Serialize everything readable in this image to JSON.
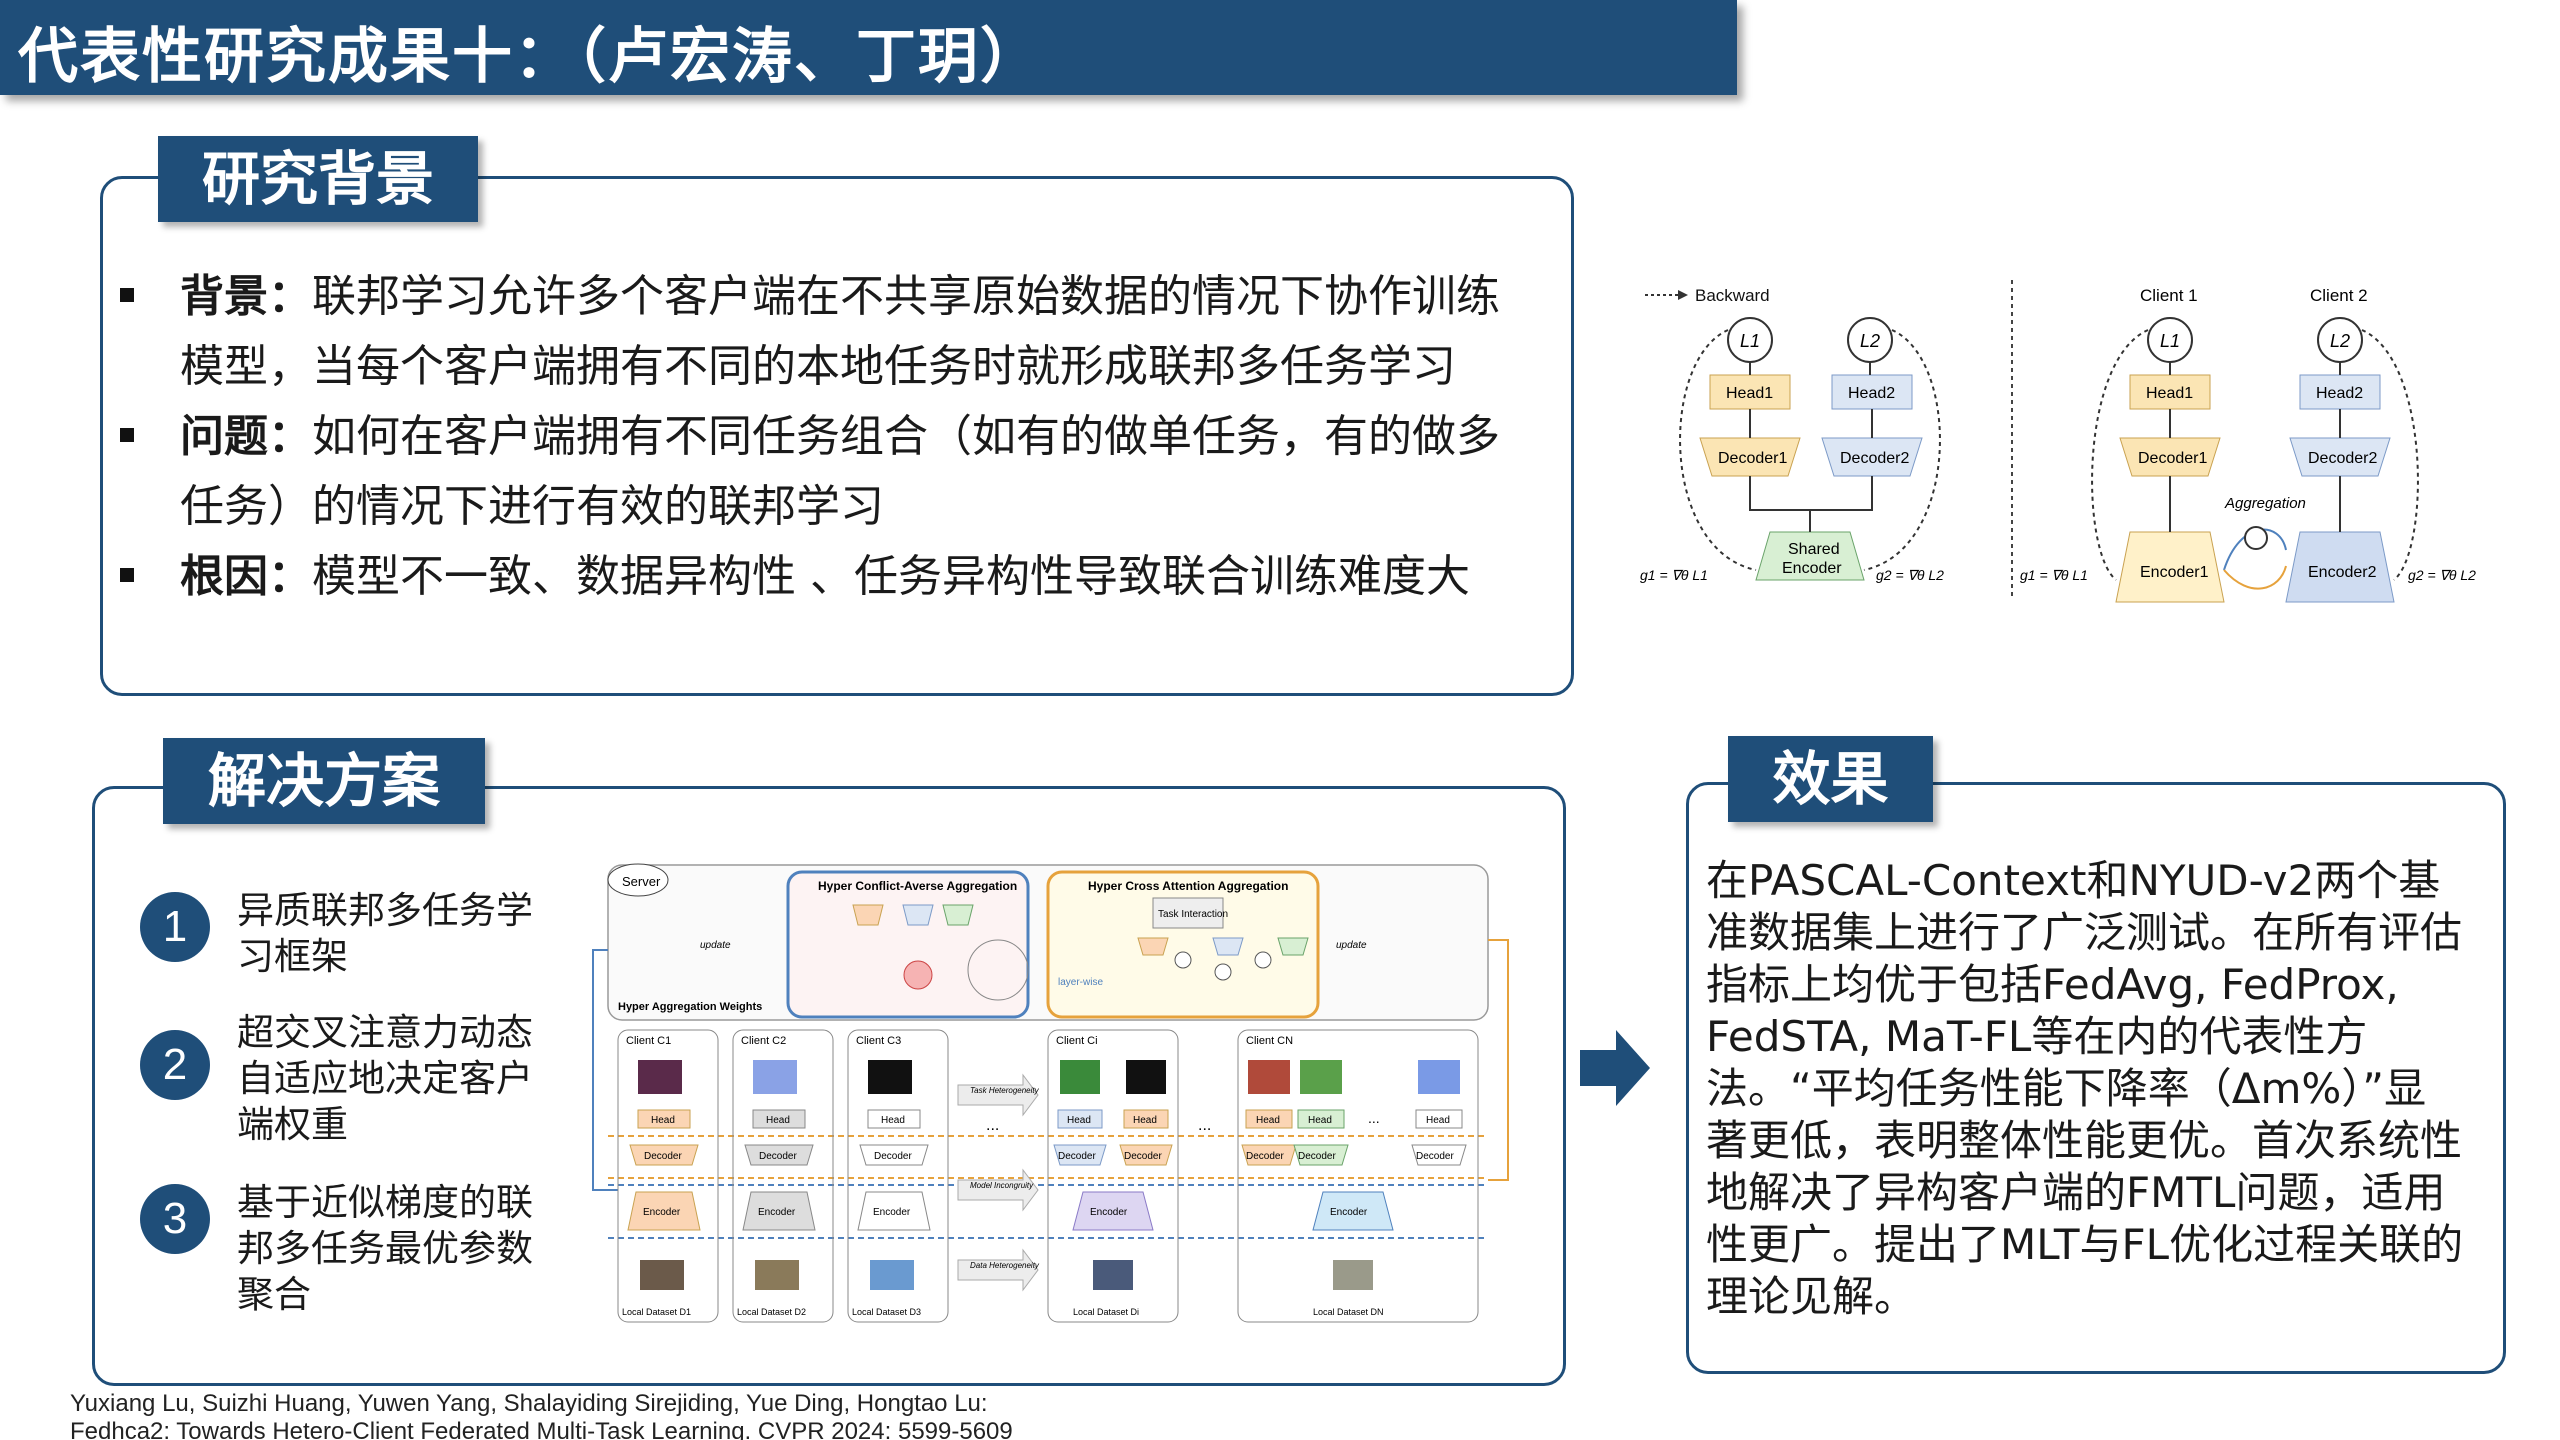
{
  "title": "代表性研究成果十：（卢宏涛、丁玥）",
  "background": {
    "tag": "研究背景",
    "items": [
      {
        "label": "背景：",
        "text": "联邦学习允许多个客户端在不共享原始数据的情况下协作训练模型，当每个客户端拥有不同的本地任务时就形成联邦多任务学习"
      },
      {
        "label": "问题：",
        "text": "如何在客户端拥有不同任务组合（如有的做单任务，有的做多任务）的情况下进行有效的联邦学习"
      },
      {
        "label": "根因：",
        "text": "模型不一致、数据异构性 、任务异构性导致联合训练难度大"
      }
    ]
  },
  "solution": {
    "tag": "解决方案",
    "items": [
      {
        "num": "1",
        "text": "异质联邦多任务学习框架"
      },
      {
        "num": "2",
        "text": "超交叉注意力动态自适应地决定客户端权重"
      },
      {
        "num": "3",
        "text": "基于近似梯度的联邦多任务最优参数聚合"
      }
    ]
  },
  "effect": {
    "tag": "效果",
    "text": "在PASCAL-Context和NYUD-v2两个基准数据集上进行了广泛测试。在所有评估指标上均优于包括FedAvg, FedProx, FedSTA, MaT-FL等在内的代表性方法。“平均任务性能下降率（Δm%）”显著更低，表明整体性能更优。首次系统性地解决了异构客户端的FMTL问题，适用性更广。提出了MLT与FL优化过程关联的理论见解。"
  },
  "diagram_top": {
    "backward": "Backward",
    "client1": "Client 1",
    "client2": "Client 2",
    "loss1": "L1",
    "loss2": "L2",
    "head1": "Head1",
    "head2": "Head2",
    "decoder1": "Decoder1",
    "decoder2": "Decoder2",
    "shared_encoder_1": "Shared",
    "shared_encoder_2": "Encoder",
    "encoder1": "Encoder1",
    "encoder2": "Encoder2",
    "aggregation": "Aggregation",
    "g1": "g1 = ∇θ L1",
    "g2": "g2 = ∇θ L2"
  },
  "diagram_main": {
    "server": "Server",
    "hcaa": "Hyper Conflict-Averse Aggregation",
    "hcaa2": "Hyper Cross Attention Aggregation",
    "task_interaction": "Task Interaction",
    "layer_wise": "layer-wise",
    "update": "update",
    "hyper_weights": "Hyper Aggregation Weights",
    "task_het": "Task Heterogeneity",
    "model_incong": "Model Incongruity",
    "data_het": "Data Heterogeneity",
    "head": "Head",
    "decoder": "Decoder",
    "encoder": "Encoder",
    "clients": [
      "Client C1",
      "Client C2",
      "Client C3",
      "Client Ci",
      "Client CN"
    ],
    "datasets": [
      "Local Dataset D1",
      "Local Dataset D2",
      "Local Dataset D3",
      "Local Dataset Di",
      "Local Dataset DN"
    ],
    "ellipsis": "..."
  },
  "reference": {
    "line1": "Yuxiang Lu, Suizhi Huang, Yuwen Yang, Shalayiding Sirejiding, Yue Ding, Hongtao Lu:",
    "line2": "Fedhca2: Towards Hetero-Client Federated Multi-Task Learning. CVPR 2024: 5599-5609"
  },
  "colors": {
    "primary": "#1f4e79",
    "head_blue": "#dce6f4",
    "head_yellow": "#fbe5b4",
    "encoder_yellow": "#fff1c9",
    "encoder_blue": "#cfdcf1",
    "encoder_green": "#d8efd3"
  }
}
